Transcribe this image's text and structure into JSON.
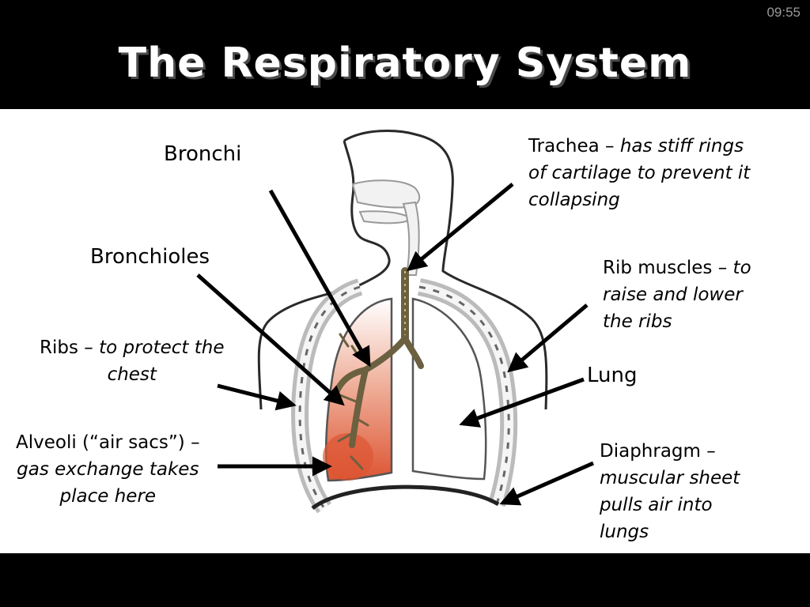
{
  "slide": {
    "clock": "09:55",
    "title": "The Respiratory System"
  },
  "labels": {
    "bronchi": "Bronchi",
    "bronchioles": "Bronchioles",
    "trachea_name": "Trachea –",
    "trachea_desc1": "has stiff rings",
    "trachea_desc2": "of cartilage to prevent it",
    "trachea_desc3": "collapsing",
    "rib_muscles_line1": "Rib muscles –",
    "rib_muscles_line1_desc": "to",
    "rib_muscles_line2": "raise and lower",
    "rib_muscles_line3": "the ribs",
    "ribs_name": "Ribs –",
    "ribs_desc1": "to protect the",
    "ribs_desc2": "chest",
    "lung": "Lung",
    "alveoli_name": "Alveoli (“air sacs”) –",
    "alveoli_desc1": "gas exchange takes",
    "alveoli_desc2": "place here",
    "diaphragm_line1": "Diaphragm –",
    "diaphragm_line2": "muscular sheet",
    "diaphragm_line3": "pulls air into",
    "diaphragm_line4": "lungs"
  },
  "colors": {
    "slide_background": "#000000",
    "title_text": "#ffffff",
    "alveoli_fill": "#dd5533",
    "bronchi_fill": "#6b6040"
  }
}
